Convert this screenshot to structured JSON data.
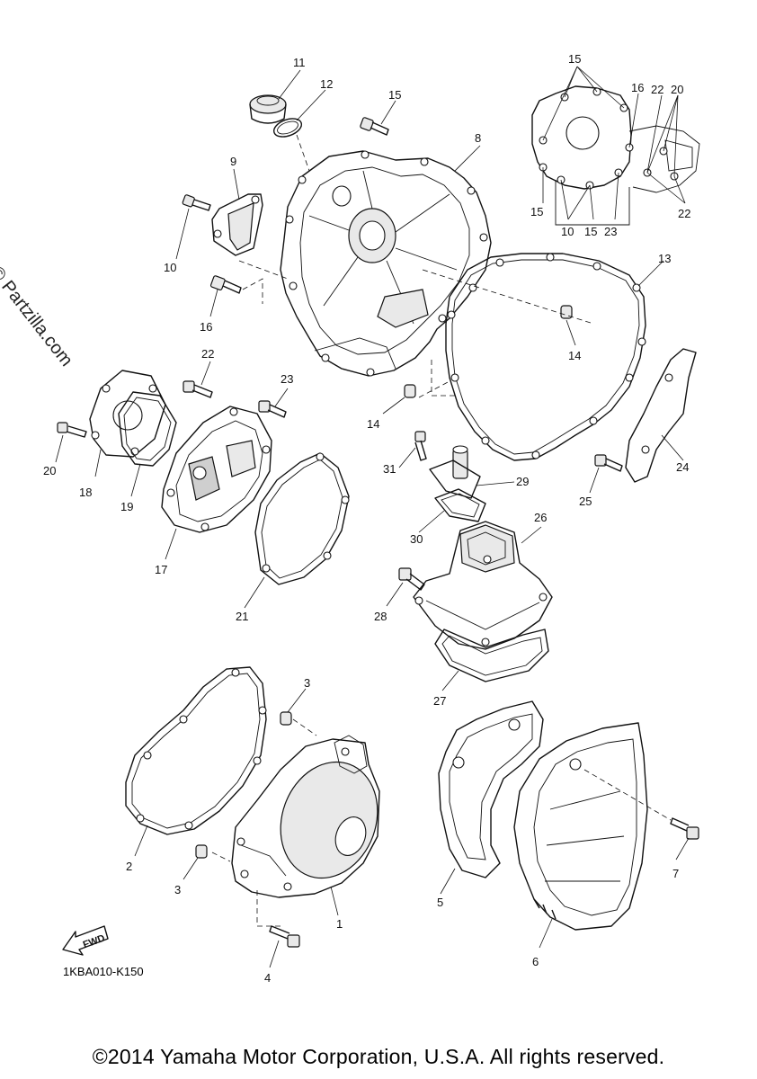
{
  "watermark": "© Partzilla.com",
  "diagram_code": "1KBA010-K150",
  "copyright": "©2014 Yamaha Motor Corporation, U.S.A. All rights reserved.",
  "fwd_label": "FWD",
  "callouts": {
    "c1": "1",
    "c2": "2",
    "c3a": "3",
    "c3b": "3",
    "c4": "4",
    "c5": "5",
    "c6": "6",
    "c7": "7",
    "c8": "8",
    "c9": "9",
    "c10a": "10",
    "c10b": "10",
    "c11": "11",
    "c12": "12",
    "c13": "13",
    "c14a": "14",
    "c14b": "14",
    "c15a": "15",
    "c15b": "15",
    "c15c": "15",
    "c15d": "15",
    "c16a": "16",
    "c16b": "16",
    "c17": "17",
    "c18": "18",
    "c19": "19",
    "c20a": "20",
    "c20b": "20",
    "c21": "21",
    "c22a": "22",
    "c22b": "22",
    "c22c": "22",
    "c23a": "23",
    "c23b": "23",
    "c24": "24",
    "c25": "25",
    "c26": "26",
    "c27": "27",
    "c28": "28",
    "c29": "29",
    "c30": "30",
    "c31": "31"
  }
}
